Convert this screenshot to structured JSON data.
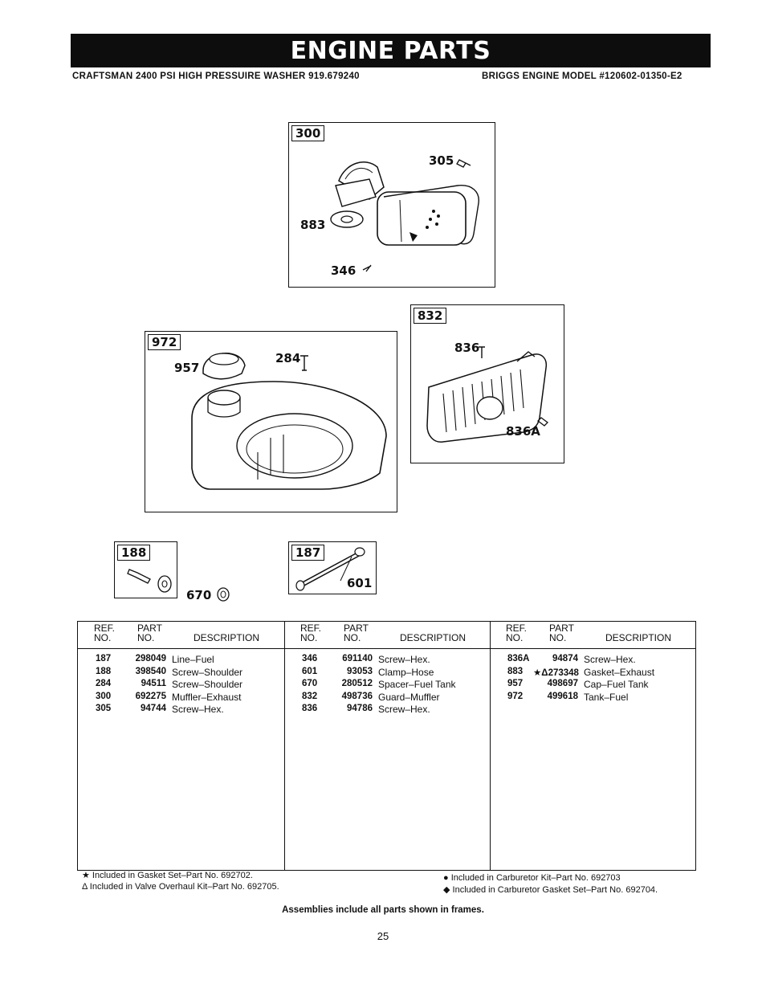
{
  "header": {
    "title": "ENGINE PARTS",
    "left_subtitle": "CRAFTSMAN 2400 PSI HIGH PRESSUIRE WASHER 919.679240",
    "right_subtitle": "BRIGGS ENGINE MODEL #120602-01350-E2"
  },
  "frames": {
    "f300": {
      "tag": "300",
      "callouts": [
        "305",
        "883",
        "346"
      ]
    },
    "f832": {
      "tag": "832",
      "callouts": [
        "836",
        "836A"
      ]
    },
    "f972": {
      "tag": "972",
      "callouts": [
        "957",
        "284"
      ]
    },
    "f188": {
      "tag": "188",
      "callouts": [
        "670"
      ]
    },
    "f187": {
      "tag": "187",
      "callouts": [
        "601"
      ]
    }
  },
  "table": {
    "headers": {
      "ref": "REF.\nNO.",
      "part": "PART\nNO.",
      "description": "DESCRIPTION"
    },
    "columns": [
      [
        {
          "ref": "187",
          "part": "298049",
          "desc": "Line–Fuel"
        },
        {
          "ref": "188",
          "part": "398540",
          "desc": "Screw–Shoulder"
        },
        {
          "ref": "284",
          "part": "94511",
          "desc": "Screw–Shoulder"
        },
        {
          "ref": "300",
          "part": "692275",
          "desc": "Muffler–Exhaust"
        },
        {
          "ref": "305",
          "part": "94744",
          "desc": "Screw–Hex."
        }
      ],
      [
        {
          "ref": "346",
          "part": "691140",
          "desc": "Screw–Hex."
        },
        {
          "ref": "601",
          "part": "93053",
          "desc": "Clamp–Hose"
        },
        {
          "ref": "670",
          "part": "280512",
          "desc": "Spacer–Fuel Tank"
        },
        {
          "ref": "832",
          "part": "498736",
          "desc": "Guard–Muffler"
        },
        {
          "ref": "836",
          "part": "94786",
          "desc": "Screw–Hex."
        }
      ],
      [
        {
          "ref": "836A",
          "part": "94874",
          "desc": "Screw–Hex."
        },
        {
          "ref": "883",
          "part": "★Δ273348",
          "desc": "Gasket–Exhaust"
        },
        {
          "ref": "957",
          "part": "498697",
          "desc": "Cap–Fuel Tank"
        },
        {
          "ref": "972",
          "part": "499618",
          "desc": "Tank–Fuel"
        }
      ]
    ]
  },
  "footnotes": {
    "star": "★  Included in Gasket Set–Part No. 692702.",
    "delta": "Δ  Included in Valve Overhaul Kit–Part No. 692705.",
    "dot": "●  Included in Carburetor Kit–Part No. 692703",
    "diamond": "◆  Included in Carburetor Gasket Set–Part No. 692704."
  },
  "assemblies_note": "Assemblies include all parts shown in frames.",
  "page_number": "25"
}
